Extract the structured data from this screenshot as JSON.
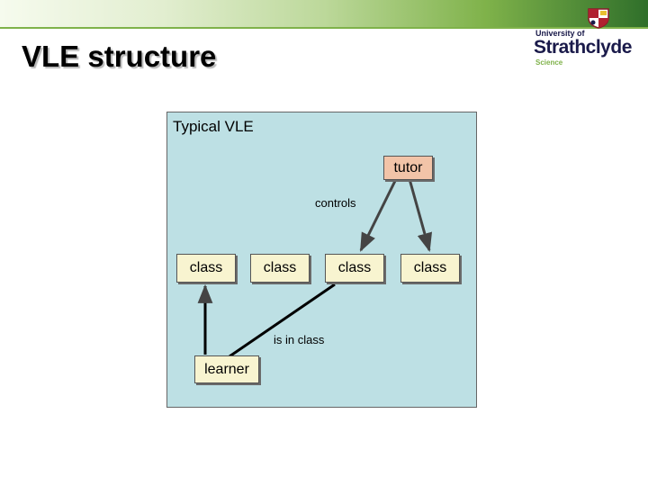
{
  "slide": {
    "title": "VLE structure"
  },
  "logo": {
    "line1": "University of",
    "line2": "Strathclyde",
    "line3": "Science"
  },
  "diagram": {
    "panel_title": "Typical VLE",
    "tutor": "tutor",
    "classes": [
      "class",
      "class",
      "class",
      "class"
    ],
    "learner": "learner",
    "controls_label": "controls",
    "membership_label": "is in class"
  },
  "colors": {
    "panel": "#bde0e4",
    "box": "#f8f4d0",
    "tutor_box": "#f2c4a8",
    "accent_green": "#7fb24a",
    "top_bar": [
      "#e6f0d8",
      "#bcd89a",
      "#7fb24a",
      "#2f6f2a"
    ]
  }
}
